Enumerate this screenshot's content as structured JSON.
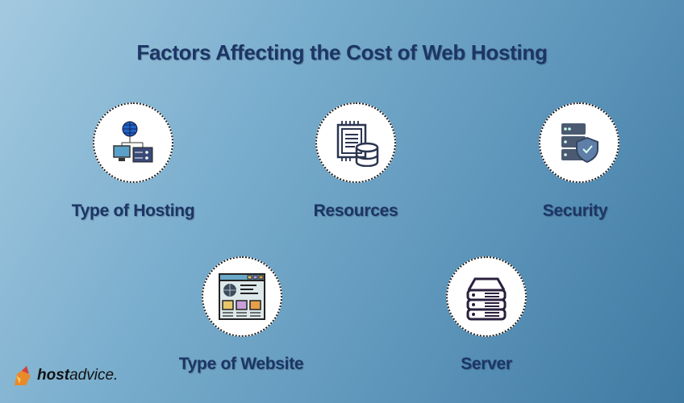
{
  "title": "Factors Affecting the Cost of Web Hosting",
  "factors": [
    {
      "label": "Type of Hosting",
      "icon": "network-hosting-icon"
    },
    {
      "label": "Resources",
      "icon": "cpu-database-icon"
    },
    {
      "label": "Security",
      "icon": "server-shield-icon"
    },
    {
      "label": "Type of Website",
      "icon": "website-layout-icon"
    },
    {
      "label": "Server",
      "icon": "server-stack-icon"
    }
  ],
  "brand": {
    "bold": "host",
    "rest": "advice."
  }
}
